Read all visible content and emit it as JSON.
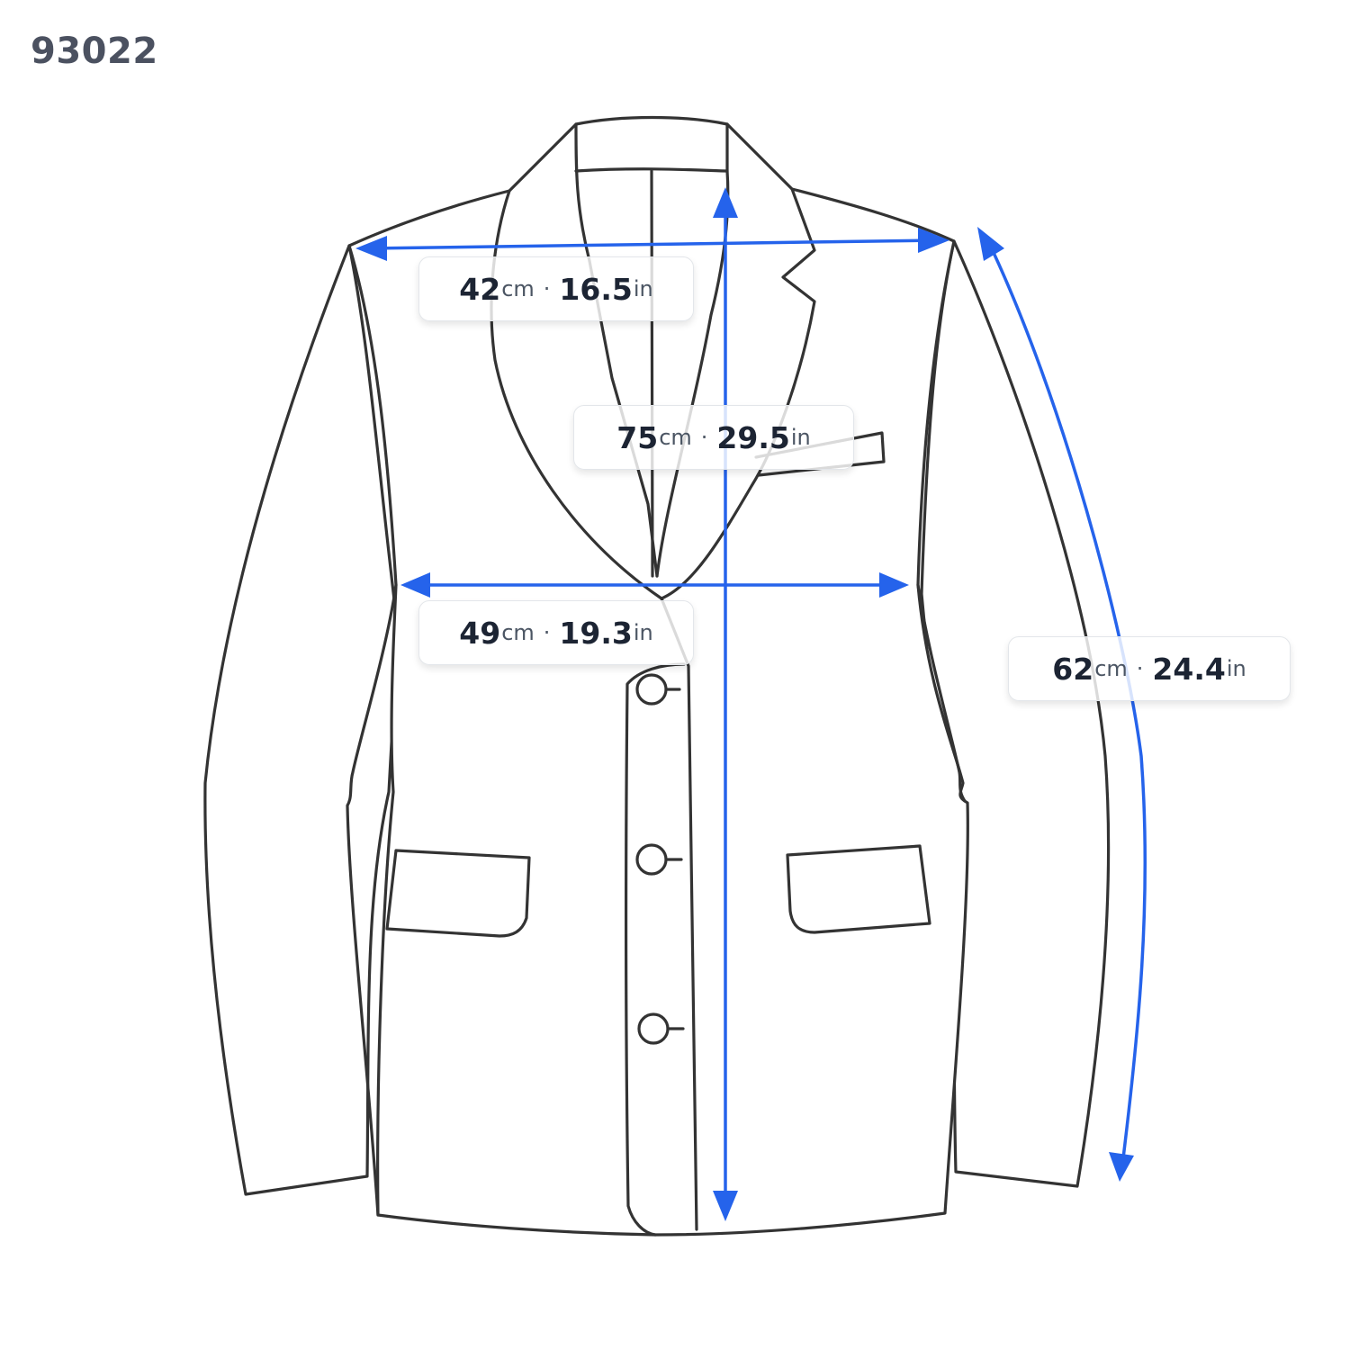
{
  "product_id": "93022",
  "measurements": {
    "shoulder": {
      "cm": "42",
      "in": "16.5",
      "cm_unit": "cm",
      "in_unit": "in",
      "separator": "·"
    },
    "length": {
      "cm": "75",
      "in": "29.5",
      "cm_unit": "cm",
      "in_unit": "in",
      "separator": "·"
    },
    "chest": {
      "cm": "49",
      "in": "19.3",
      "cm_unit": "cm",
      "in_unit": "in",
      "separator": "·"
    },
    "sleeve": {
      "cm": "62",
      "in": "24.4",
      "cm_unit": "cm",
      "in_unit": "in",
      "separator": "·"
    }
  },
  "colors": {
    "arrow": "#2563eb",
    "outline": "#333333",
    "text": "#1c2433"
  }
}
